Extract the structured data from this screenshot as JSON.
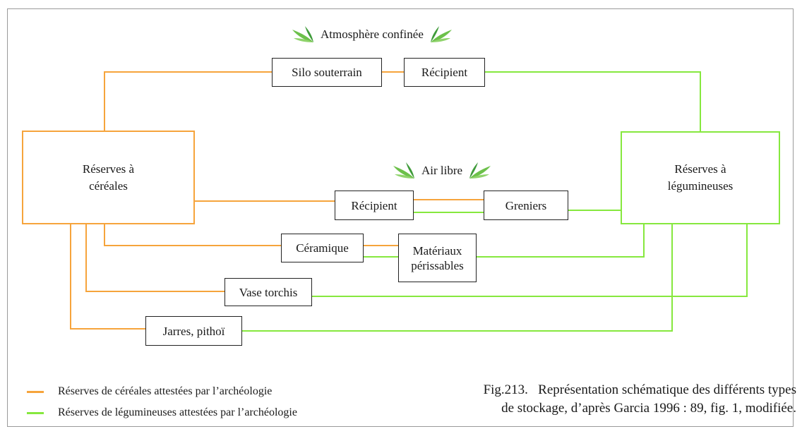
{
  "colors": {
    "cereal": "#f6a43c",
    "legume": "#86e83e",
    "box_border": "#222222",
    "leaf": "#4caf50"
  },
  "headings": {
    "confined": {
      "text": "Atmosphère confinée",
      "icon": "grass-icon"
    },
    "open_air": {
      "text": "Air libre",
      "icon": "grass-icon"
    }
  },
  "reserves": {
    "cereals": [
      "Réserves à",
      "céréales"
    ],
    "legumes": [
      "Réserves à",
      "légumineuses"
    ]
  },
  "storage": {
    "silo": "Silo souterrain",
    "recipient_top": "Récipient",
    "recipient_mid": "Récipient",
    "greniers": "Greniers",
    "ceramique": "Céramique",
    "materiaux": [
      "Matériaux",
      "périssables"
    ],
    "vase": "Vase torchis",
    "jarres": "Jarres, pithoï"
  },
  "legend": [
    {
      "text": "Réserves de céréales attestées par l’archéologie",
      "color": "#f6a43c"
    },
    {
      "text": "Réserves de légumineuses attestées par l’archéologie",
      "color": "#86e83e"
    }
  ],
  "caption": [
    "Fig.213.   Représentation schématique des différents types",
    "de stockage, d’après Garcia 1996 : 89, fig. 1, modifiée."
  ]
}
